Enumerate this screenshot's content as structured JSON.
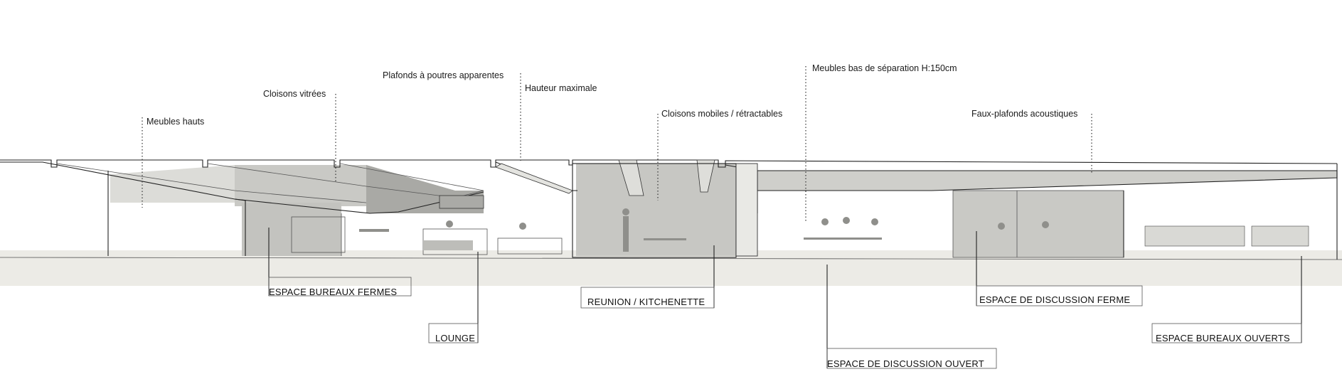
{
  "annotations": {
    "high_furniture": "Meubles hauts",
    "glass_partitions": "Cloisons vitrées",
    "exposed_beams": "Plafonds à poutres apparentes",
    "max_height": "Hauteur maximale",
    "movable_partitions": "Cloisons mobiles / rétractables",
    "low_separation": "Meubles bas de séparation H:150cm",
    "acoustic_ceilings": "Faux-plafonds acoustiques"
  },
  "zones": {
    "closed_offices": "ESPACE BUREAUX FERMES",
    "lounge": "LOUNGE",
    "meeting": "REUNION / KITCHENETTE",
    "open_discussion": "ESPACE DE DISCUSSION OUVERT",
    "closed_discussion": "ESPACE DE DISCUSSION FERME",
    "open_offices": "ESPACE BUREAUX OUVERTS"
  },
  "colors": {
    "ground": "#e9e7e2",
    "ceiling_shade": "#cfcfcb",
    "room_shade": "#bdbdb9",
    "dark_shade": "#9f9f9b",
    "line": "#222222"
  }
}
